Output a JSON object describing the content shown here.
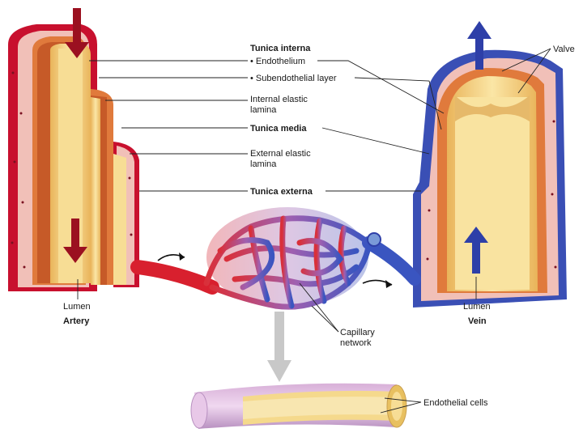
{
  "labels": {
    "tunica_interna": "Tunica interna",
    "endothelium": "• Endothelium",
    "subendothelial_layer": "• Subendothelial layer",
    "internal_elastic_1": "Internal elastic",
    "internal_elastic_2": "lamina",
    "tunica_media": "Tunica media",
    "external_elastic_1": "External elastic",
    "external_elastic_2": "lamina",
    "tunica_externa": "Tunica externa",
    "valve": "Valve",
    "lumen_artery": "Lumen",
    "artery": "Artery",
    "lumen_vein": "Lumen",
    "vein": "Vein",
    "capillary_1": "Capillary",
    "capillary_2": "network",
    "endothelial_cells": "Endothelial cells"
  },
  "colors": {
    "arterial_red": "#c8102e",
    "venous_blue": "#3a4fb5",
    "media_orange": "#e07a3c",
    "interna_yellow": "#f3d27a",
    "externa_pink": "#f4c6c0",
    "capillary_purple": "#8a5bb8",
    "arrow_red": "#9b1020",
    "arrow_blue": "#2e3fa8",
    "flow_arrow_gray": "#c8c8c8"
  },
  "icons": {
    "artery_inflow": "arrow-down-icon",
    "vein_outflow": "arrow-up-icon",
    "flow_direction": "curved-arrow-icon",
    "capillary_zoom": "arrow-down-icon"
  }
}
